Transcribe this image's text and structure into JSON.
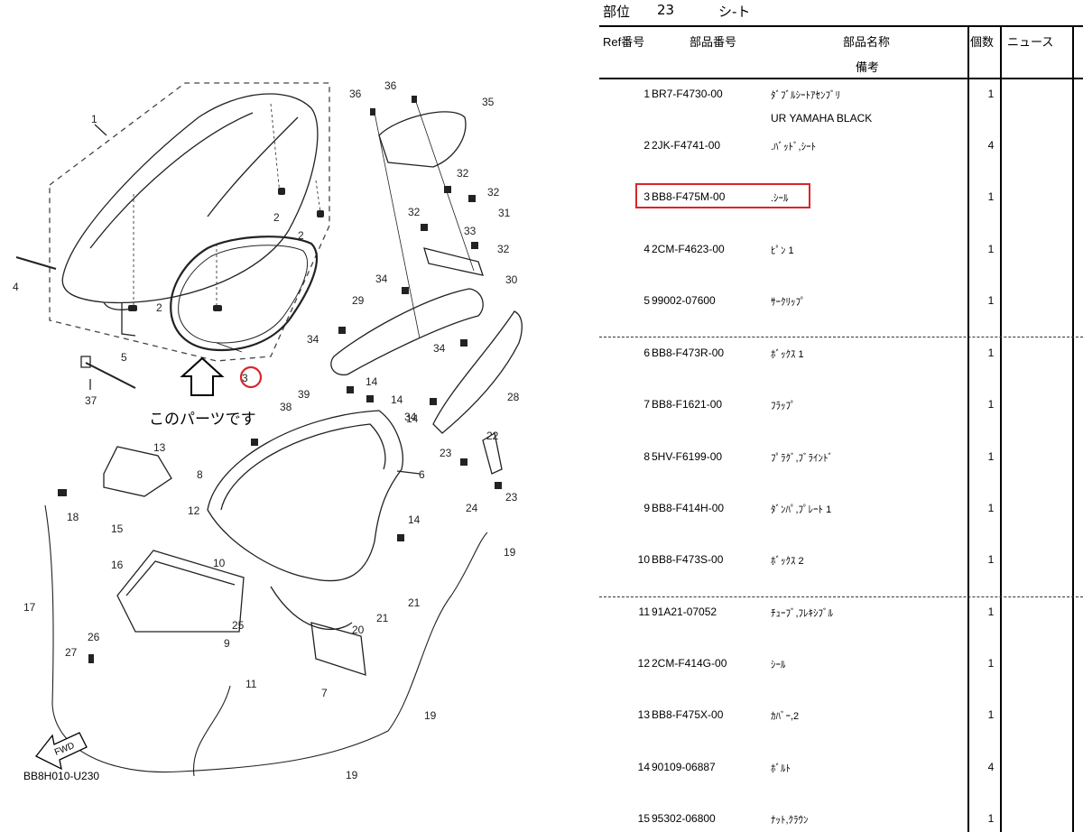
{
  "diagram": {
    "callout_text": "このパーツです",
    "diagram_code": "BB8H010-U230",
    "highlight_color": "#d9252b",
    "fwd_label": "FWD",
    "labels": [
      "1",
      "2",
      "2",
      "2",
      "3",
      "4",
      "5",
      "6",
      "7",
      "8",
      "9",
      "10",
      "11",
      "12",
      "13",
      "14",
      "14",
      "14",
      "14",
      "15",
      "16",
      "17",
      "18",
      "19",
      "19",
      "19",
      "20",
      "21",
      "21",
      "22",
      "23",
      "23",
      "24",
      "25",
      "26",
      "27",
      "28",
      "29",
      "30",
      "31",
      "32",
      "32",
      "32",
      "32",
      "33",
      "34",
      "34",
      "34",
      "34",
      "35",
      "36",
      "36",
      "37",
      "38",
      "39"
    ]
  },
  "parts": {
    "header": {
      "label": "部位",
      "section_no": "23",
      "section_name": "シ-ト"
    },
    "columns": {
      "ref": "Ref番号",
      "part_no": "部品番号",
      "part_name": "部品名称",
      "remarks": "備考",
      "qty": "個数",
      "news": "ニュース"
    },
    "rows": [
      {
        "ref": "1",
        "part_no": "BR7-F4730-00",
        "name": "ﾀﾞﾌﾞﾙｼｰﾄｱｾﾝﾌﾞﾘ",
        "qty": "1",
        "remark": "UR YAMAHA BLACK"
      },
      {
        "ref": "2",
        "part_no": "2JK-F4741-00",
        "name": ".ﾊﾞｯﾄﾞ,ｼｰﾄ",
        "qty": "4"
      },
      {
        "ref": "3",
        "part_no": "BB8-F475M-00",
        "name": ".ｼｰﾙ",
        "qty": "1"
      },
      {
        "ref": "4",
        "part_no": "2CM-F4623-00",
        "name": "ﾋﾟﾝ 1",
        "qty": "1"
      },
      {
        "ref": "5",
        "part_no": "99002-07600",
        "name": "ｻｰｸﾘｯﾌﾟ",
        "qty": "1"
      },
      {
        "ref": "6",
        "part_no": "BB8-F473R-00",
        "name": "ﾎﾞｯｸｽ 1",
        "qty": "1"
      },
      {
        "ref": "7",
        "part_no": "BB8-F1621-00",
        "name": "ﾌﾗｯﾌﾟ",
        "qty": "1"
      },
      {
        "ref": "8",
        "part_no": "5HV-F6199-00",
        "name": "ﾌﾟﾗｸﾞ,ﾌﾞﾗｲﾝﾄﾞ",
        "qty": "1"
      },
      {
        "ref": "9",
        "part_no": "BB8-F414H-00",
        "name": "ﾀﾞﾝﾊﾟ,ﾌﾟﾚｰﾄ 1",
        "qty": "1"
      },
      {
        "ref": "10",
        "part_no": "BB8-F473S-00",
        "name": "ﾎﾞｯｸｽ 2",
        "qty": "1"
      },
      {
        "ref": "11",
        "part_no": "91A21-07052",
        "name": "ﾁｭｰﾌﾞ,ﾌﾚｷｼﾌﾞﾙ",
        "qty": "1"
      },
      {
        "ref": "12",
        "part_no": "2CM-F414G-00",
        "name": "ｼｰﾙ",
        "qty": "1"
      },
      {
        "ref": "13",
        "part_no": "BB8-F475X-00",
        "name": "ｶﾊﾞｰ,2",
        "qty": "1"
      },
      {
        "ref": "14",
        "part_no": "90109-06887",
        "name": "ﾎﾞﾙﾄ",
        "qty": "4"
      },
      {
        "ref": "15",
        "part_no": "95302-06800",
        "name": "ﾅｯﾄ,ｸﾗｳﾝ",
        "qty": "1"
      }
    ]
  }
}
